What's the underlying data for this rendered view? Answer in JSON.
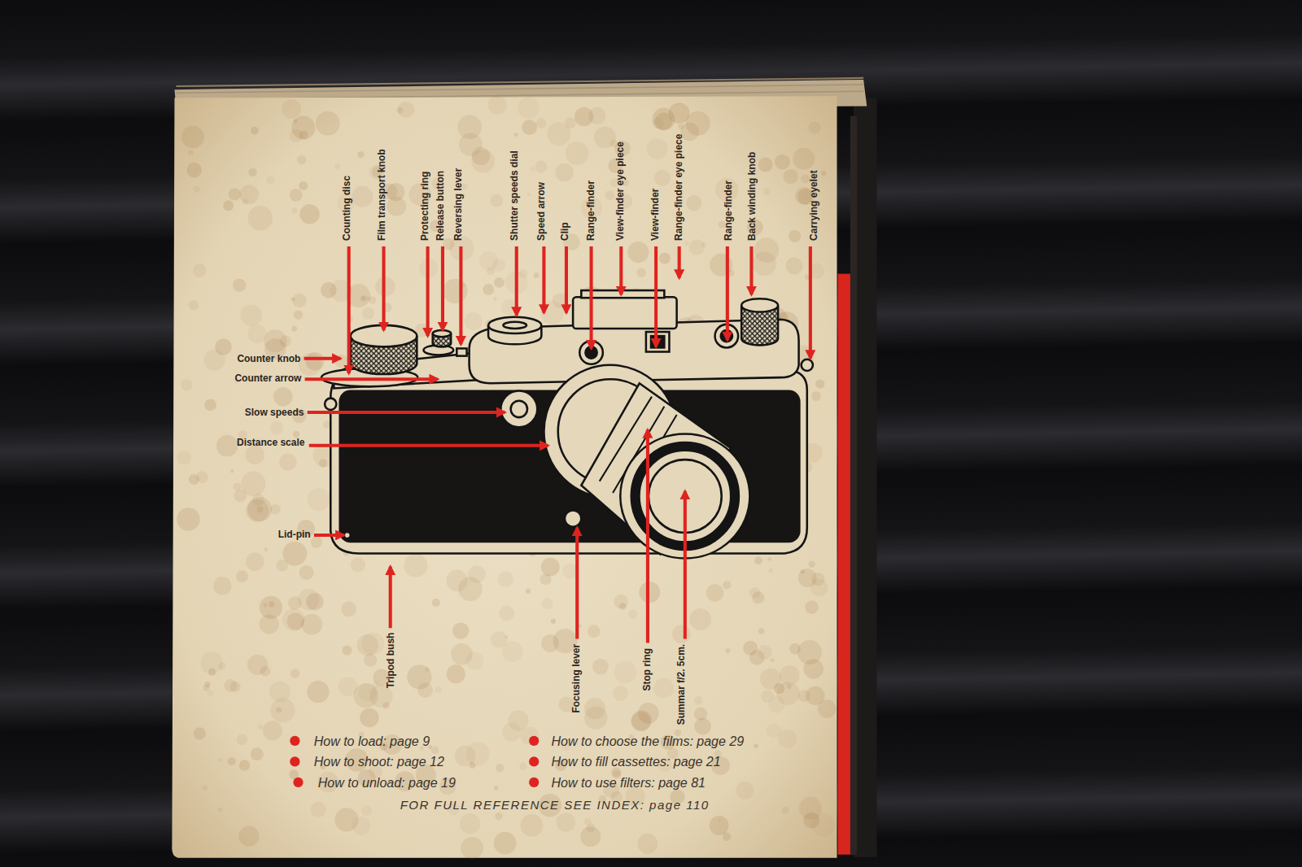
{
  "diagram": {
    "labels": [
      "Counting disc",
      "Film transport knob",
      "Protecting ring",
      "Release button",
      "Reversing lever",
      "Shutter speeds dial",
      "Speed arrow",
      "Clip",
      "Range-finder",
      "View-finder eye piece",
      "View-finder",
      "Range-finder eye piece",
      "Range-finder",
      "Back winding knob",
      "Carrying eyelet",
      "Counter knob",
      "Counter arrow",
      "Slow speeds",
      "Distance scale",
      "Lid-pin",
      "Tripod bush",
      "Focusing lever",
      "Stop ring",
      "Summar f/2. 5cm.",
      "How to load: page 9",
      "How to choose the films: page 29",
      "How to shoot: page 12",
      "How to fill cassettes: page 21",
      "How to unload: page 19",
      "How to use filters: page 81",
      "FOR FULL REFERENCE SEE INDEX: page 110"
    ]
  }
}
